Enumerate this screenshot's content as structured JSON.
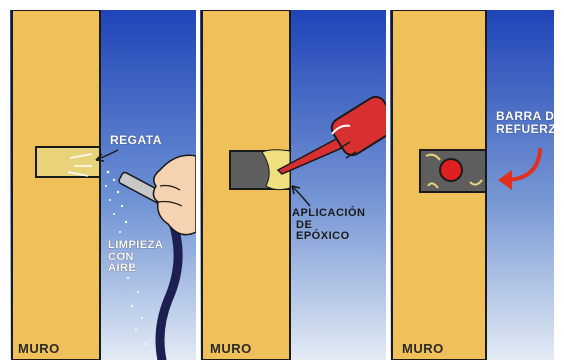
{
  "panel1": {
    "wall_label": "MURO",
    "groove_label": "REGATA",
    "cleaning_label_lines": [
      "LIMPIEZA",
      "CON",
      "AIRE"
    ]
  },
  "panel2": {
    "wall_label": "MURO",
    "epoxy_label_lines": [
      "APLICACIÓN",
      "DE",
      "EPÓXICO"
    ]
  },
  "panel3": {
    "wall_label": "MURO",
    "bar_label_lines": [
      "BARRA D",
      "REFUERZ"
    ]
  },
  "colors": {
    "wall": "#f0c05a",
    "sky_top": "#1f44b8",
    "sky_bottom": "#dbe6f2",
    "groove": "#5e5e5e",
    "nozzle_red": "#d83030",
    "rebar_red": "#e02020",
    "arrow_red": "#e03020"
  }
}
